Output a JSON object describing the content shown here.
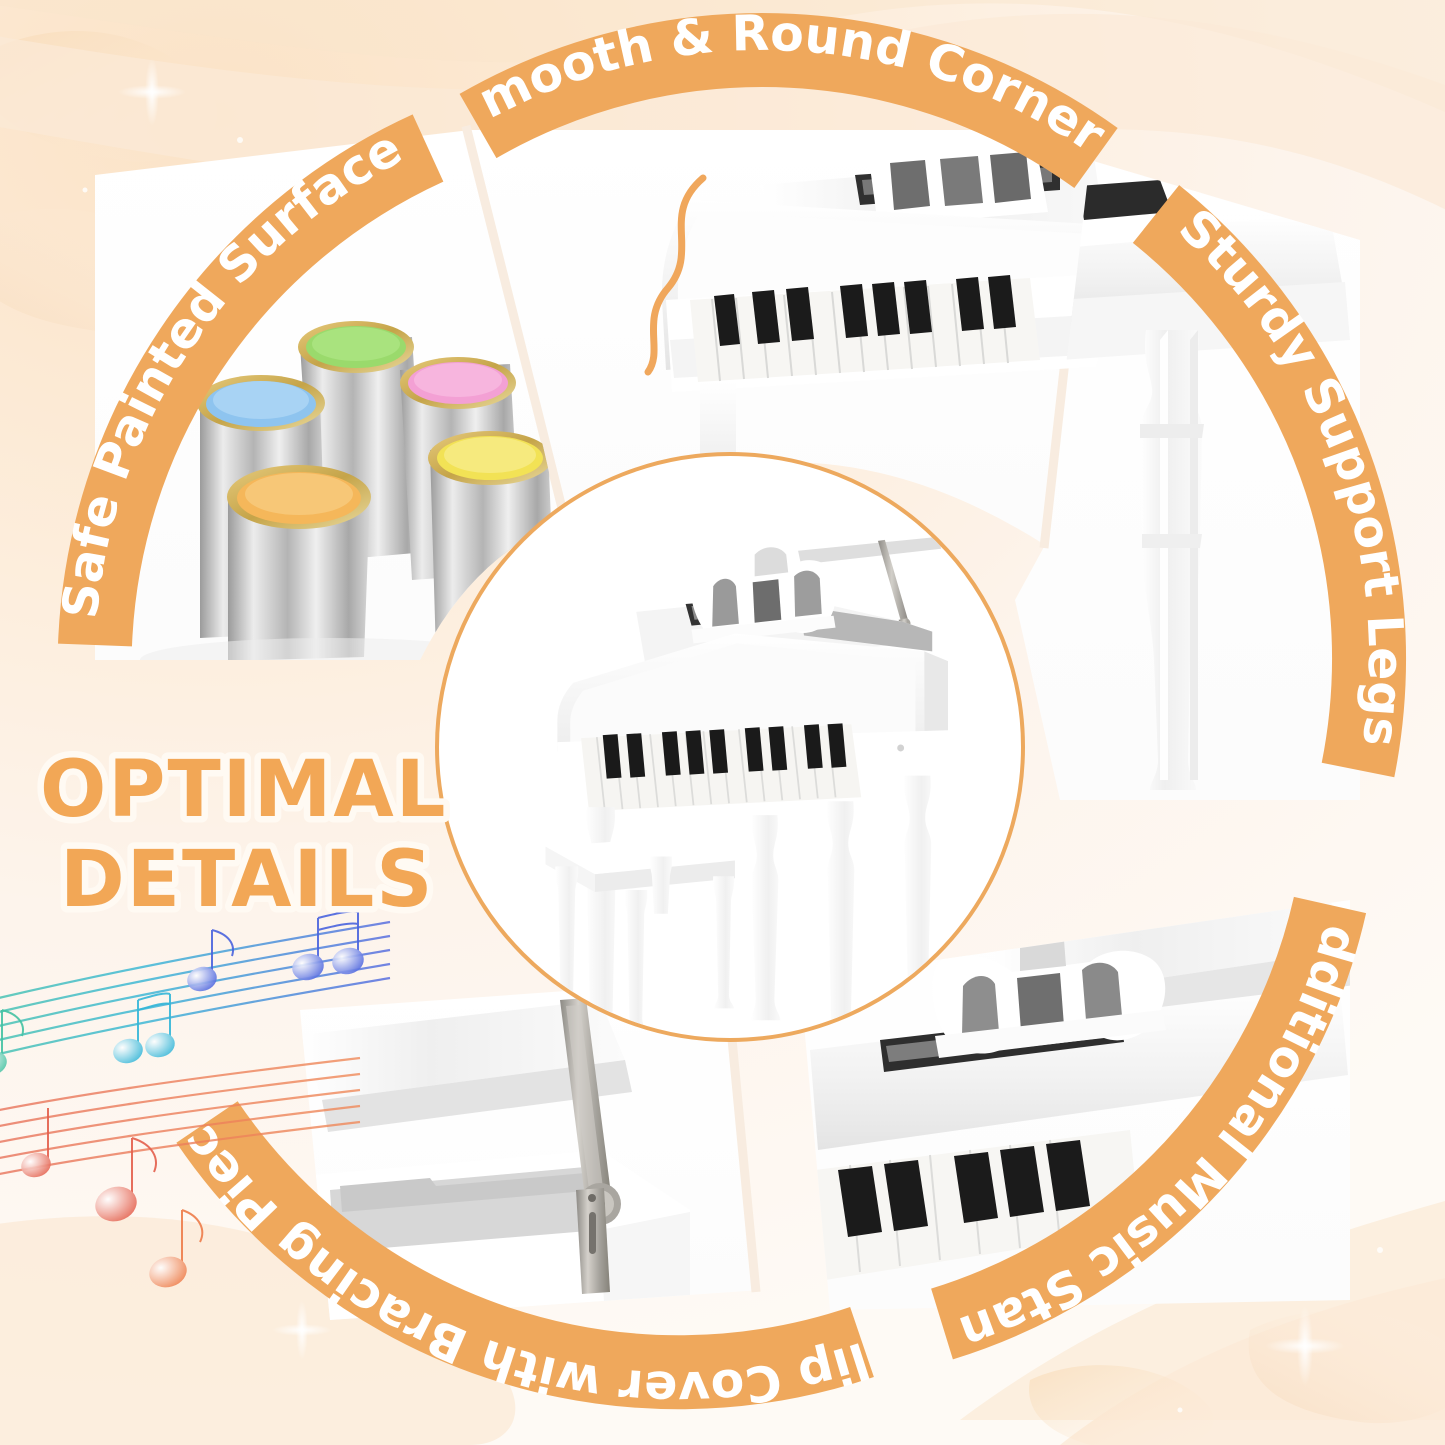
{
  "headline": {
    "line1": "OPTIMAL",
    "line2": "DETAILS"
  },
  "accent": {
    "banner_orange": "#efa85c",
    "ring_orange": "#eda95e",
    "banner_text": "#ffffff",
    "headline_fill": "#f2a756",
    "headline_outline": "#fffaf3",
    "background_cream": "#fdf3e8",
    "panel_white": "#ffffff"
  },
  "features": [
    {
      "id": "safe-painted-surface",
      "label": "Safe Painted Surface"
    },
    {
      "id": "smooth-round-corners",
      "label": "Smooth & Round Corners"
    },
    {
      "id": "sturdy-support-legs",
      "label": "Sturdy Support Legs"
    },
    {
      "id": "additional-music-stand",
      "label": "Additional Music Stand"
    },
    {
      "id": "flip-cover-bracing-piece",
      "label": "Flip Cover with Bracing Piece"
    }
  ],
  "panels": {
    "paint_cans": {
      "name": "paint-cans-photo",
      "can_colors": [
        "#8ec4ef",
        "#9ada6c",
        "#f3a0d4",
        "#f5b75a",
        "#f2e255"
      ]
    },
    "corners": {
      "name": "piano-corner-photo"
    },
    "legs": {
      "name": "piano-leg-photo"
    },
    "music_stand": {
      "name": "music-stand-photo"
    },
    "flip_cover": {
      "name": "flip-cover-photo"
    },
    "center": {
      "name": "full-piano-with-bench-photo"
    }
  },
  "music_notes": {
    "staff_colors": [
      "#5a6fe0",
      "#3fb9d6",
      "#4fc8a6",
      "#e8705c",
      "#f08a5a"
    ]
  }
}
